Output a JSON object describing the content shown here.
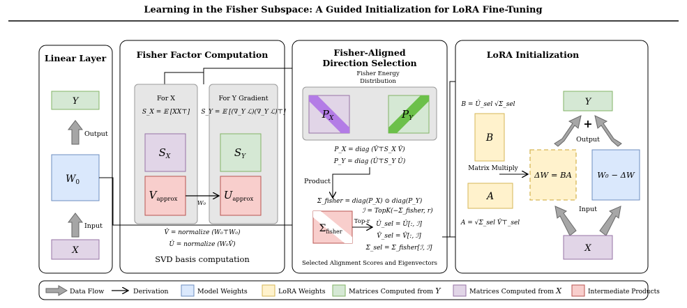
{
  "title": "Learning in the Fisher Subspace: A Guided Initialization for LoRA Fine-Tuning",
  "colors": {
    "model_weights": "#dae8fc",
    "model_weights_stroke": "#6c8ebf",
    "lora_weights": "#fff2cc",
    "lora_weights_stroke": "#d6b656",
    "from_y": "#d5e8d4",
    "from_y_stroke": "#82b366",
    "from_x": "#e1d5e7",
    "from_x_stroke": "#9673a6",
    "intermediate": "#f8cecc",
    "intermediate_stroke": "#b85450",
    "stripe_x": "#b37ce6",
    "stripe_y": "#6cc04a",
    "panel_gray": "#e6e6e6"
  },
  "linear_layer": {
    "title": "Linear Layer",
    "y": "Y",
    "w0": "W",
    "w0_sub": "0",
    "x": "X",
    "output": "Output",
    "input": "Input"
  },
  "fisher_factor": {
    "title": "Fisher Factor Computation",
    "for_x": "For X",
    "for_y": "For Y Gradient",
    "sx_formula": "S_X = 𝔼 [XX⊤]",
    "sy_formula": "S_Y = 𝔼 [(∇_Y ℒ)(∇_Y ℒ)⊤]",
    "sx": "S",
    "sx_sub": "X",
    "sy": "S",
    "sy_sub": "Y",
    "v": "V",
    "v_sub": "approx",
    "u": "U",
    "u_sub": "approx",
    "w0_label": "W₀",
    "v_hat": "V̂ = normalize (W₀⊤W₀)",
    "u_hat": "Û = normalize (W₀V̂)",
    "footer": "SVD basis computation"
  },
  "fisher_aligned": {
    "title_1": "Fisher-Aligned",
    "title_2": "Direction Selection",
    "energy_1": "Fisher Energy",
    "energy_2": "Distribution",
    "px": "P",
    "px_sub": "X",
    "py": "P",
    "py_sub": "Y",
    "px_formula": "P_X = diag (V̂⊤S_X V̂)",
    "py_formula": "P_Y = diag (Û⊤S_Y Û)",
    "product": "Product",
    "sigma_formula": "Σ_fisher = diag(P_X) ⊙ diag(P_Y)",
    "i_formula": "ℐ = TopK(−Σ_fisher, r)",
    "u_sel": "Û_sel = Û[:, ℐ]",
    "v_sel": "V̂_sel = V̂[:, ℐ]",
    "s_sel": "Σ_sel = Σ_fisher[ℐ, ℐ]",
    "top_r": "Top-r",
    "sigma": "Σ",
    "sigma_sub": "fisher",
    "footer": "Selected Alignment Scores and Eigenvectors"
  },
  "lora_init": {
    "title": "LoRA Initialization",
    "b_formula": "B = Û_sel √Σ_sel",
    "a_formula": "A = √Σ_sel V̂⊤_sel",
    "b": "B",
    "a": "A",
    "matrix_multiply": "Matrix Multiply",
    "delta_w": "ΔW = BA",
    "w0_minus": "W₀ − ΔW",
    "y": "Y",
    "x": "X",
    "output": "Output",
    "input": "Input",
    "plus": "+"
  },
  "legend": {
    "data_flow": "Data Flow",
    "derivation": "Derivation",
    "model_weights": "Model Weights",
    "lora_weights": "LoRA Weights",
    "matrices_y_prefix": "Matrices Computed from",
    "matrices_y_var": "Y",
    "matrices_x_prefix": "Matrices Computed from",
    "matrices_x_var": "X",
    "intermediate": "Intermediate Products"
  }
}
